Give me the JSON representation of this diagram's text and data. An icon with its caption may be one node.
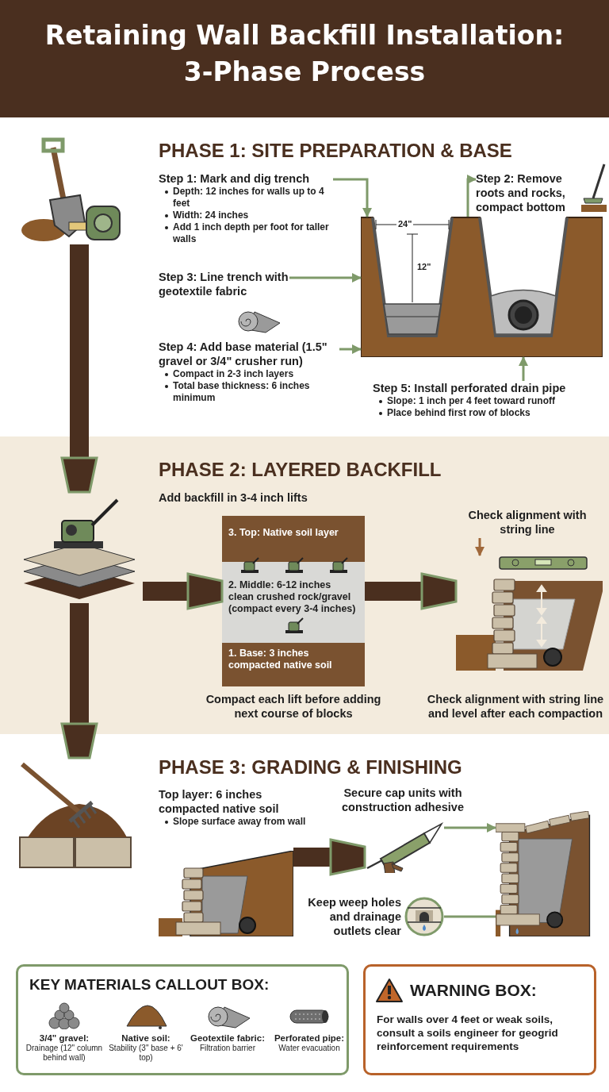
{
  "diagram": {
    "title": "Retaining Wall Backfill Installation: 3-Phase Process",
    "nodes": [
      {
        "text": [
          "PHASE 1: SITE PREPARATION & BASE"
        ]
      },
      {
        "text": [],
        "shape": "picture",
        "in": 0
      },
      {
        "text": [
          "Step 1: Mark and dig trench",
          "Depth: 12 inches for walls up to 4 feet",
          "Width: 24 inches",
          "Add 1 inch depth per foot for taller walls"
        ],
        "in": 0
      },
      {
        "text": [
          "Step 2: Remove roots and rocks, compact bottom"
        ],
        "in": 0
      },
      {
        "text": [
          "Step 3: Line trench with geotextile fabric"
        ],
        "in": 0
      },
      {
        "text": [
          "Step 4: Add base material (1.5\" gravel or 3/4\" crusher run)",
          "Compact in 2-3 inch layers",
          "Total base thickness: 6 inches minimum"
        ],
        "in": 0
      },
      {
        "text": [
          "Step 5: Install perforated drain pipe",
          "Slope: 1 inch per 4 feet toward runoff",
          "Place behind first row of blocks"
        ],
        "in": 0
      },
      {
        "text": [],
        "shape": "picture",
        "in": 0
      },
      {
        "text": [
          "PHASE 2: LAYERED BACKFILL",
          "Add backfill in 3-4 inch lifts"
        ]
      },
      {
        "text": [],
        "shape": "picture",
        "in": 8
      },
      {
        "text": [
          "3. Top: Native soil layer",
          "2. Middle: 6-12 inches clean crushed rock/gravel (compact every 3-4 inches)",
          "1. Base: 3 inches compacted native soil"
        ],
        "beside": [
          "Compact each lift before adding next course of blocks"
        ],
        "in": 8
      },
      {
        "text": [
          "Check alignment with string line"
        ],
        "in": 8
      },
      {
        "text": [],
        "shape": "picture",
        "beside": [
          "Check alignment with string line and level after each compaction"
        ],
        "in": 8
      },
      {
        "text": [
          "PHASE 3: GRADING & FINISHING"
        ]
      },
      {
        "text": [],
        "shape": "picture",
        "in": 13
      },
      {
        "text": [],
        "shape": "picture",
        "beside": [
          "Top layer: 6 inches compacted native soil",
          "Slope surface away from wall"
        ],
        "in": 13
      },
      {
        "text": [],
        "shape": "picture",
        "beside": [
          "Secure cap units with construction adhesive"
        ],
        "in": 13
      },
      {
        "text": [],
        "shape": "picture",
        "in": 13
      },
      {
        "text": [],
        "shape": "picture",
        "beside": [
          "Keep weep holes and drainage outlets clear"
        ],
        "in": 13
      },
      {
        "text": [
          "KEY MATERIALS CALLOUT BOX:"
        ]
      },
      {
        "text": [
          "3/4\" gravel:",
          "Drainage (12\" column behind wall)"
        ],
        "in": 19
      },
      {
        "text": [
          "Native soil:",
          "Stability (3\" base + 6' top)"
        ],
        "in": 19
      },
      {
        "text": [
          "Geotextile fabric:",
          "Filtration barrier"
        ],
        "in": 19
      },
      {
        "text": [
          "Perforated pipe:",
          "Water evacuation"
        ],
        "in": 19
      },
      {
        "text": [
          "WARNING BOX:",
          "For walls over 4 feet or weak soils, consult a soils engineer for geogrid reinforcement requirements"
        ]
      }
    ],
    "edges": [
      {
        "from": 2,
        "to": 7,
        "arrow": "to"
      },
      {
        "from": 7,
        "to": 3,
        "arrow": "to"
      },
      {
        "from": 4,
        "to": 7,
        "arrow": "to"
      },
      {
        "from": 5,
        "to": 7,
        "arrow": "to"
      },
      {
        "from": 6,
        "to": 7,
        "arrow": "to"
      },
      {
        "from": 1,
        "to": 9,
        "arrow": "to",
        "style": "thick",
        "color": "#4a2f1f"
      },
      {
        "from": 9,
        "to": 10,
        "arrow": "to",
        "style": "thick",
        "color": "#4a2f1f"
      },
      {
        "from": 10,
        "to": 12,
        "arrow": "to",
        "style": "thick",
        "color": "#4a2f1f"
      },
      {
        "from": 11,
        "to": 12,
        "arrow": "to",
        "color": "#a0683a"
      },
      {
        "from": 9,
        "to": 14,
        "arrow": "to",
        "style": "thick",
        "color": "#4a2f1f"
      },
      {
        "from": 15,
        "to": 16,
        "arrow": "to",
        "style": "thick",
        "color": "#4a2f1f"
      },
      {
        "from": 16,
        "to": 17,
        "arrow": "to"
      },
      {
        "from": 18,
        "to": 17,
        "arrow": "none"
      }
    ],
    "labels": [
      "24\"",
      "12\""
    ]
  }
}
